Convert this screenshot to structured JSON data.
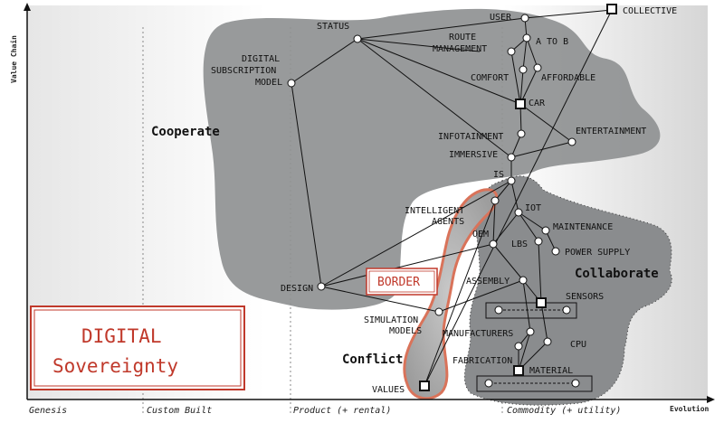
{
  "axes": {
    "y_title": "Value Chain",
    "x_title": "Evolution",
    "stages": [
      "Genesis",
      "Custom Built",
      "Product (+ rental)",
      "Commodity (+ utility)"
    ]
  },
  "regions": {
    "cooperate": "Cooperate",
    "collaborate": "Collaborate",
    "conflict": "Conflict"
  },
  "annotations": {
    "border": "BORDER",
    "sovereignty_line1": "DIGITAL",
    "sovereignty_line2": "Sovereignty"
  },
  "components": {
    "user": "USER",
    "collective": "COLLECTIVE",
    "status": "STATUS",
    "route_management_1": "ROUTE",
    "route_management_2": "MANAGEMENT",
    "a_to_b": "A TO B",
    "digital_subscription_1": "DIGITAL",
    "digital_subscription_2": "SUBSCRIPTION",
    "digital_subscription_3": "MODEL",
    "comfort": "COMFORT",
    "affordable": "AFFORDABLE",
    "car": "CAR",
    "entertainment": "ENTERTAINMENT",
    "infotainment": "INFOTAINMENT",
    "immersive": "IMMERSIVE",
    "is": "IS",
    "intelligent_agents_1": "INTELLIGENT",
    "intelligent_agents_2": "AGENTS",
    "iot": "IOT",
    "oem": "OEM",
    "maintenance": "MAINTENANCE",
    "lbs": "LBS",
    "power_supply": "POWER SUPPLY",
    "design": "DESIGN",
    "assembly": "ASSEMBLY",
    "sensors": "SENSORS",
    "simulation_models_1": "SIMULATION",
    "simulation_models_2": "MODELS",
    "manufacturers": "MANUFACTURERS",
    "cpu": "CPU",
    "fabrication": "FABRICATION",
    "material": "MATERIAL",
    "values": "VALUES"
  },
  "colors": {
    "cooperate_fill": "#8f9193",
    "collaborate_fill": "#8a8c8e",
    "border_outline": "#d9735a",
    "sovereignty_red": "#c0392b"
  }
}
